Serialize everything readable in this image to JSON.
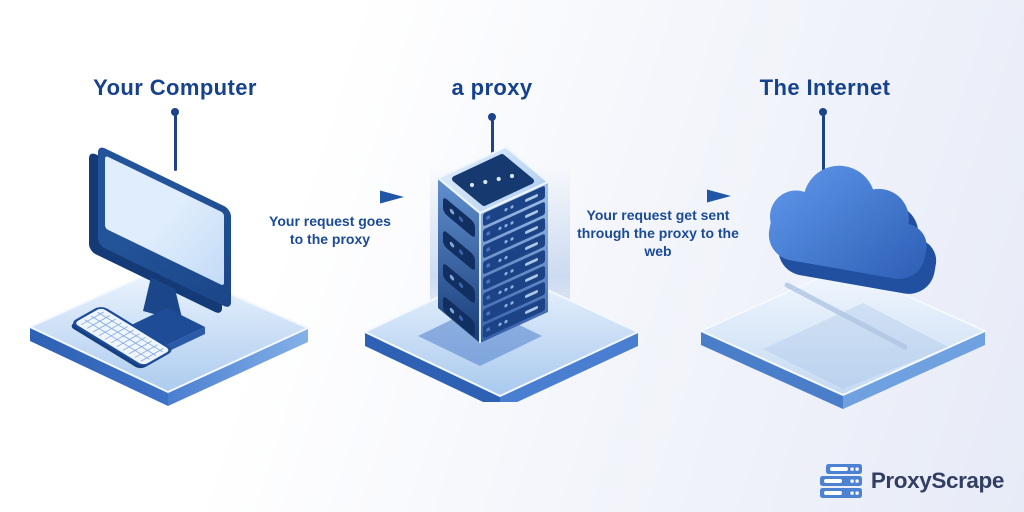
{
  "diagram": {
    "nodes": [
      {
        "id": "computer",
        "title": "Your Computer",
        "illustration": "desktop-computer"
      },
      {
        "id": "proxy",
        "title": "a proxy",
        "illustration": "server-tower"
      },
      {
        "id": "internet",
        "title": "The Internet",
        "illustration": "cloud"
      }
    ],
    "arrows": [
      {
        "from": "computer",
        "to": "proxy",
        "label": "Your request goes\nto the proxy"
      },
      {
        "from": "proxy",
        "to": "internet",
        "label": "Your request get sent\nthrough the proxy to the\nweb"
      }
    ]
  },
  "branding": {
    "logo_text": "ProxyScrape",
    "logo_icon": "server-stack-icon"
  },
  "colors": {
    "heading": "#16418C",
    "label": "#1B4A96",
    "arrow": "#2155A6",
    "connector": "#1B4489",
    "logo_text": "#333E63",
    "logo_icon": "#4D82D2",
    "illustration_dark": "#1E4C97",
    "illustration_light": "#CFE3F8",
    "background_start": "#FFFFFF",
    "background_end": "#E7EBF7"
  }
}
